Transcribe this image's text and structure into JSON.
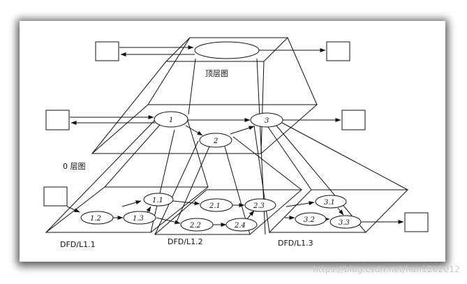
{
  "levels": {
    "top": "顶层图",
    "zero": "0 层图",
    "l11": "DFD/L1.1",
    "l12": "DFD/L1.2",
    "l13": "DFD/L1.3"
  },
  "processes": {
    "p1": "1",
    "p2": "2",
    "p3": "3",
    "p11": "1.1",
    "p12": "1.2",
    "p13": "1.3",
    "p21": "2.1",
    "p22": "2.2",
    "p23": "2.3",
    "p24": "2.4",
    "p31": "3.1",
    "p32": "3.2",
    "p33": "3.3"
  },
  "watermark": "https://blog.csdn.net/han1202012"
}
